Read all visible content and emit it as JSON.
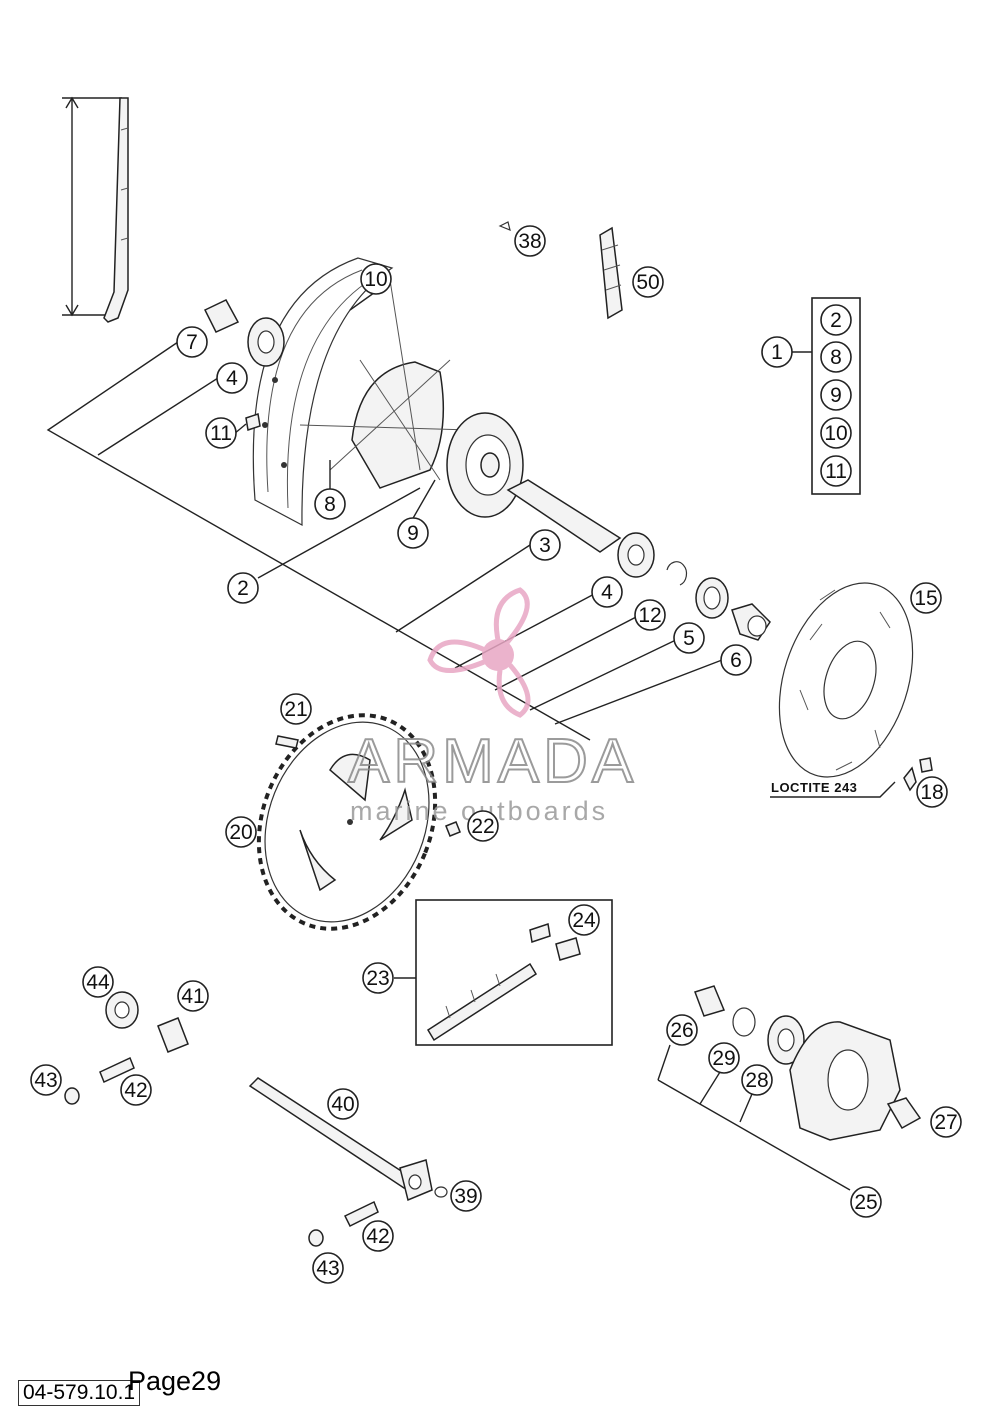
{
  "callouts": [
    {
      "id": "c1",
      "label": "1"
    },
    {
      "id": "c2",
      "label": "2"
    },
    {
      "id": "c2b",
      "label": "2"
    },
    {
      "id": "c3",
      "label": "3"
    },
    {
      "id": "c4a",
      "label": "4"
    },
    {
      "id": "c4b",
      "label": "4"
    },
    {
      "id": "c5",
      "label": "5"
    },
    {
      "id": "c6",
      "label": "6"
    },
    {
      "id": "c7",
      "label": "7"
    },
    {
      "id": "c8",
      "label": "8"
    },
    {
      "id": "c8b",
      "label": "8"
    },
    {
      "id": "c9",
      "label": "9"
    },
    {
      "id": "c9b",
      "label": "9"
    },
    {
      "id": "c10",
      "label": "10"
    },
    {
      "id": "c10b",
      "label": "10"
    },
    {
      "id": "c11",
      "label": "11"
    },
    {
      "id": "c11b",
      "label": "11"
    },
    {
      "id": "c12",
      "label": "12"
    },
    {
      "id": "c15",
      "label": "15"
    },
    {
      "id": "c18",
      "label": "18"
    },
    {
      "id": "c20",
      "label": "20"
    },
    {
      "id": "c21",
      "label": "21"
    },
    {
      "id": "c22",
      "label": "22"
    },
    {
      "id": "c23",
      "label": "23"
    },
    {
      "id": "c24",
      "label": "24"
    },
    {
      "id": "c25",
      "label": "25"
    },
    {
      "id": "c26",
      "label": "26"
    },
    {
      "id": "c27",
      "label": "27"
    },
    {
      "id": "c28",
      "label": "28"
    },
    {
      "id": "c29",
      "label": "29"
    },
    {
      "id": "c38",
      "label": "38"
    },
    {
      "id": "c39",
      "label": "39"
    },
    {
      "id": "c40",
      "label": "40"
    },
    {
      "id": "c41",
      "label": "41"
    },
    {
      "id": "c42a",
      "label": "42"
    },
    {
      "id": "c42b",
      "label": "42"
    },
    {
      "id": "c43a",
      "label": "43"
    },
    {
      "id": "c43b",
      "label": "43"
    },
    {
      "id": "c44",
      "label": "44"
    },
    {
      "id": "c50",
      "label": "50"
    }
  ],
  "note": "LOCTITE 243",
  "watermark": {
    "brand": "ARMADA",
    "tagline": "marine outboards",
    "accent": "#e8a6c4"
  },
  "footer": {
    "ref_code": "04-579.10.1",
    "page": "Page29"
  }
}
